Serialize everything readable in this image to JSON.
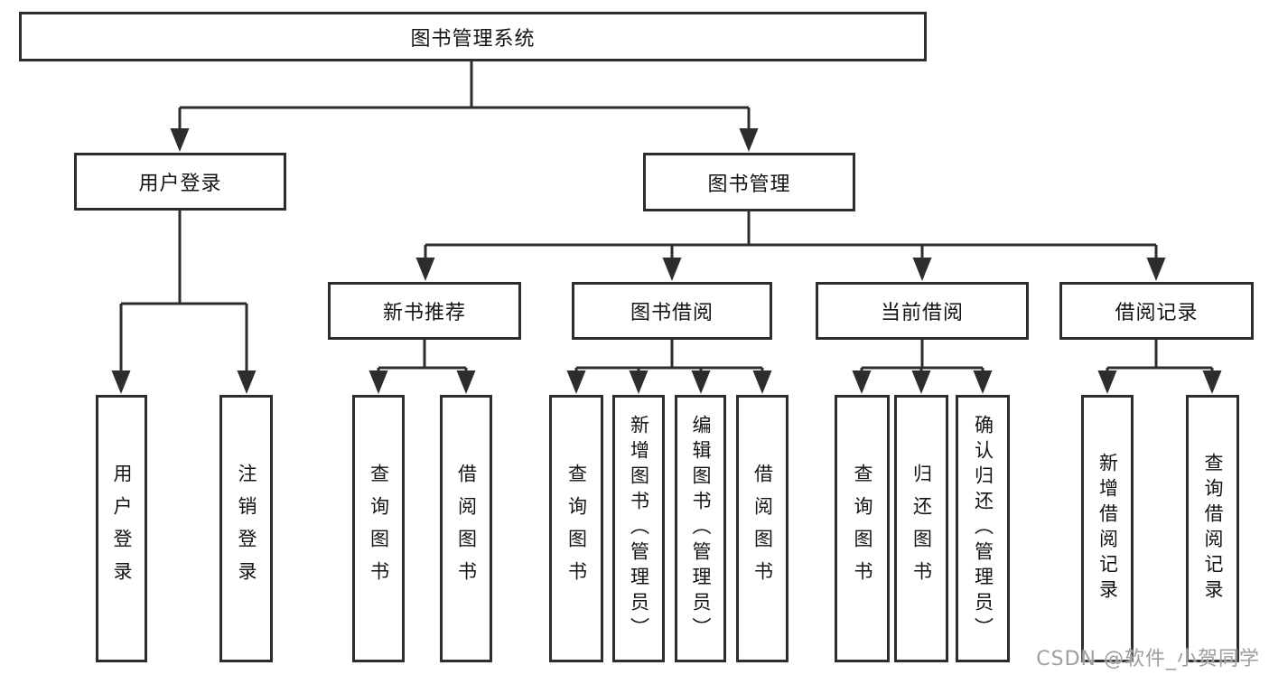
{
  "colors": {
    "background": "#ffffff",
    "line": "#2d2d2d",
    "box_border": "#2d2d2d",
    "text": "#141414",
    "watermark": "#9e9e9e"
  },
  "watermark": {
    "text": "CSDN @软件_小贺同学"
  },
  "tree": {
    "label": "图书管理系统",
    "children": [
      {
        "label": "用户登录",
        "children": [
          {
            "label": "用户登录"
          },
          {
            "label": "注销登录"
          }
        ]
      },
      {
        "label": "图书管理",
        "children": [
          {
            "label": "新书推荐",
            "children": [
              {
                "label": "查询图书"
              },
              {
                "label": "借阅图书"
              }
            ]
          },
          {
            "label": "图书借阅",
            "children": [
              {
                "label": "查询图书"
              },
              {
                "label": "新增图书（管理员）"
              },
              {
                "label": "编辑图书（管理员）"
              },
              {
                "label": "借阅图书"
              }
            ]
          },
          {
            "label": "当前借阅",
            "children": [
              {
                "label": "查询图书"
              },
              {
                "label": "归还图书"
              },
              {
                "label": "确认归还（管理员）"
              }
            ]
          },
          {
            "label": "借阅记录",
            "children": [
              {
                "label": "新增借阅记录"
              },
              {
                "label": "查询借阅记录"
              }
            ]
          }
        ]
      }
    ]
  }
}
